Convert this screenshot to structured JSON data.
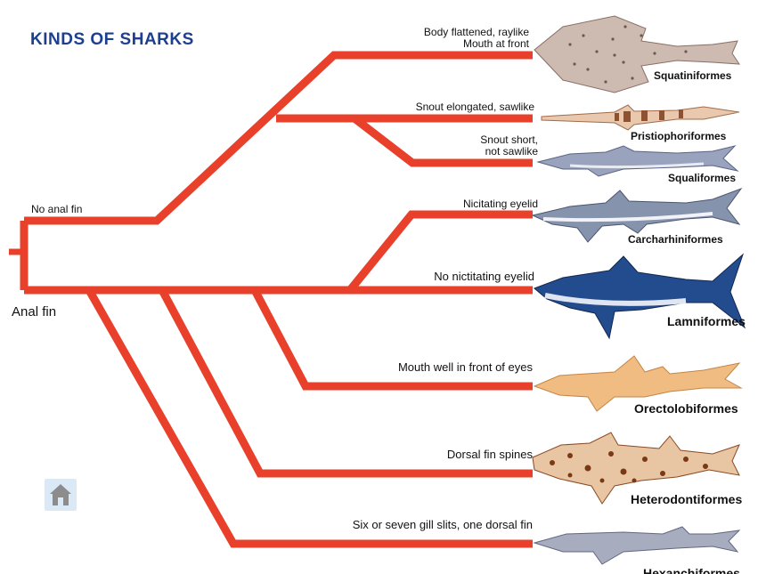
{
  "title": "KINDS OF SHARKS",
  "root_labels": {
    "no_anal_fin": "No anal fin",
    "anal_fin": "Anal fin"
  },
  "branches": [
    {
      "trait": "Body flattened, raylike\nMouth at front",
      "taxon": "Squatiniformes"
    },
    {
      "trait": "Snout elongated, sawlike",
      "taxon": "Pristiophoriformes"
    },
    {
      "trait": "Snout short,\nnot sawlike",
      "taxon": "Squaliformes"
    },
    {
      "trait": "Nicitating eyelid",
      "taxon": "Carcharhiniformes"
    },
    {
      "trait": "No nictitating eyelid",
      "taxon": "Lamniformes"
    },
    {
      "trait": "Mouth well in front of eyes",
      "taxon": "Orectolobiformes"
    },
    {
      "trait": "Dorsal fin spines",
      "taxon": "Heterodontiformes"
    },
    {
      "trait": "Six or seven gill slits, one dorsal fin",
      "taxon": "Hexanchiformes"
    }
  ],
  "colors": {
    "branch": "#e8402a",
    "title": "#1d3f8f",
    "home_button": "#dbe9f7"
  },
  "icons": {
    "home": "home-icon"
  }
}
